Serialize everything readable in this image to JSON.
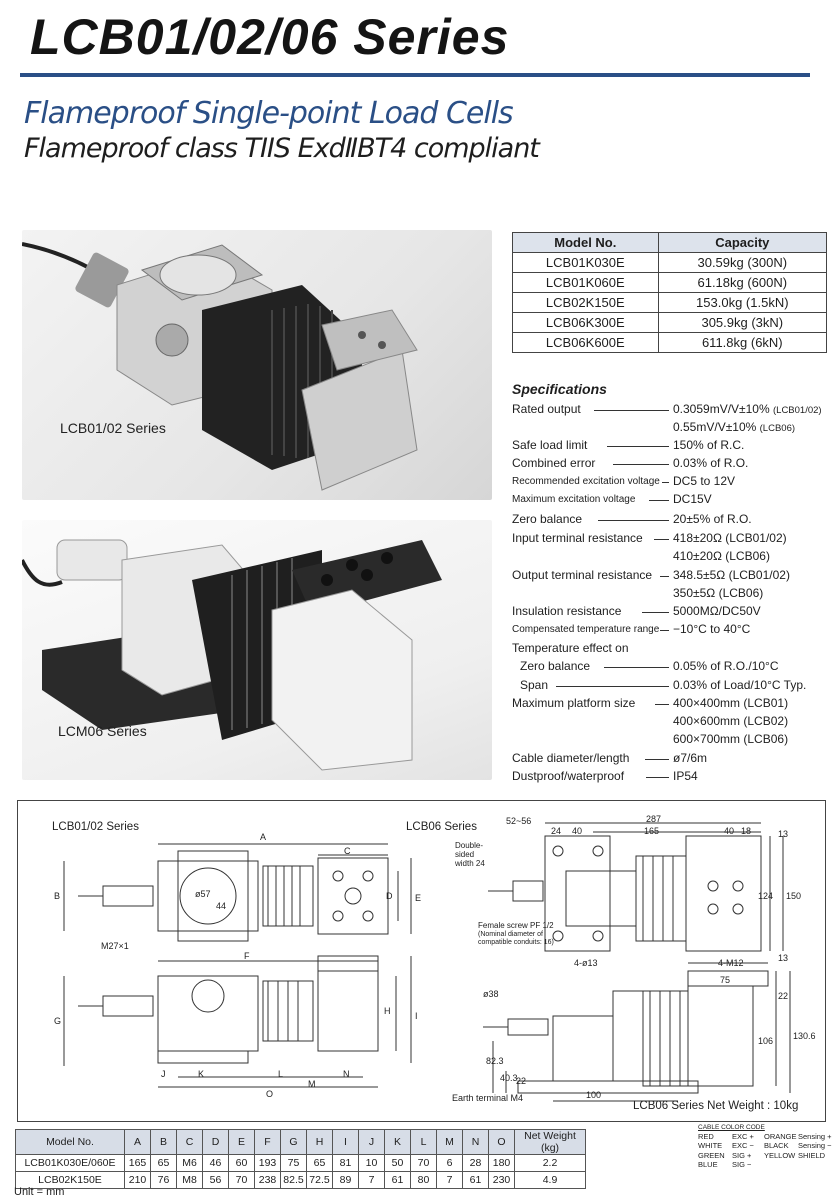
{
  "header": {
    "title": "LCB01/02/06 Series",
    "subtitle": "Flameproof Single-point Load Cells",
    "compliance": "Flameproof class TIIS ExdⅡBT4 compliant"
  },
  "photos": {
    "top_caption": "LCB01/02 Series",
    "bottom_caption": "LCM06 Series"
  },
  "capacity_table": {
    "headers": [
      "Model No.",
      "Capacity"
    ],
    "rows": [
      [
        "LCB01K030E",
        "30.59kg (300N)"
      ],
      [
        "LCB01K060E",
        "61.18kg (600N)"
      ],
      [
        "LCB02K150E",
        "153.0kg (1.5kN)"
      ],
      [
        "LCB06K300E",
        "305.9kg (3kN)"
      ],
      [
        "LCB06K600E",
        "611.8kg (6kN)"
      ]
    ]
  },
  "specs": {
    "title": "Specifications",
    "items": [
      {
        "label": "Rated output",
        "value": "0.3059mV/V±10%",
        "note": "(LCB01/02)"
      },
      {
        "label": "",
        "value": "0.55mV/V±10%",
        "note": "(LCB06)"
      },
      {
        "label": "Safe load limit",
        "value": "150% of R.C."
      },
      {
        "label": "Combined error",
        "value": "0.03% of R.O."
      },
      {
        "label": "Recommended excitation voltage",
        "value": "DC5 to 12V"
      },
      {
        "label": "Maximum excitation voltage",
        "value": "DC15V"
      },
      {
        "label": "Zero balance",
        "value": "20±5% of R.O."
      },
      {
        "label": "Input terminal resistance",
        "value": "418±20Ω (LCB01/02)"
      },
      {
        "label": "",
        "value": "410±20Ω (LCB06)"
      },
      {
        "label": "Output terminal resistance",
        "value": "348.5±5Ω (LCB01/02)"
      },
      {
        "label": "",
        "value": "350±5Ω (LCB06)"
      },
      {
        "label": "Insulation resistance",
        "value": "5000MΩ/DC50V"
      },
      {
        "label": "Compensated temperature range",
        "value": "−10°C to 40°C"
      },
      {
        "label": "Temperature effect on",
        "value": ""
      },
      {
        "label": "Zero balance",
        "value": "0.05% of R.O./10°C"
      },
      {
        "label": "Span",
        "value": "0.03% of Load/10°C Typ."
      },
      {
        "label": "Maximum platform size",
        "value": "400×400mm (LCB01)"
      },
      {
        "label": "",
        "value": "400×600mm (LCB02)"
      },
      {
        "label": "",
        "value": "600×700mm (LCB06)"
      },
      {
        "label": "Cable diameter/length",
        "value": "ø7/6m"
      },
      {
        "label": "Dustproof/waterproof",
        "value": "IP54"
      }
    ]
  },
  "drawings": {
    "lcb_title": "LCB01/02 Series",
    "lcb06_title": "LCB06 Series",
    "lcb_labels": {
      "A": "A",
      "B": "B",
      "C": "C",
      "D": "D",
      "E": "E",
      "F": "F",
      "G": "G",
      "H": "H",
      "I": "I",
      "J": "J",
      "K": "K",
      "L": "L",
      "M": "M",
      "N": "N",
      "O": "O",
      "d57": "ø57",
      "d44": "44",
      "m27": "M27×1"
    },
    "lcb06_labels": {
      "d5256": "52~56",
      "d287": "287",
      "d24": "24",
      "d40a": "40",
      "d165": "165",
      "d40b": "40",
      "d18": "18",
      "d13a": "13",
      "d124": "124",
      "d150": "150",
      "d13b": "13",
      "double_sided": "Double-sided width 24",
      "female_screw": "Female screw PF 1/2",
      "nominal_note": "(Nominal diameter of compatible conduits: 16)",
      "holes": "4-ø13",
      "m12": "4-M12",
      "d38": "ø38",
      "d75": "75",
      "d22a": "22",
      "d106": "106",
      "d1306": "130.6",
      "d22b": "22",
      "d823": "82.3",
      "d403": "40.3",
      "d100": "100",
      "earth": "Earth terminal M4",
      "net_weight": "LCB06 Series Net Weight : 10kg"
    }
  },
  "dimension_table": {
    "headers": [
      "Model No.",
      "A",
      "B",
      "C",
      "D",
      "E",
      "F",
      "G",
      "H",
      "I",
      "J",
      "K",
      "L",
      "M",
      "N",
      "O",
      "Net Weight (kg)"
    ],
    "rows": [
      [
        "LCB01K030E/060E",
        "165",
        "65",
        "M6",
        "46",
        "60",
        "193",
        "75",
        "65",
        "81",
        "10",
        "50",
        "70",
        "6",
        "28",
        "180",
        "2.2"
      ],
      [
        "LCB02K150E",
        "210",
        "76",
        "M8",
        "56",
        "70",
        "238",
        "82.5",
        "72.5",
        "89",
        "7",
        "61",
        "80",
        "7",
        "61",
        "230",
        "4.9"
      ]
    ],
    "unit": "Unit = mm"
  },
  "cable_color_code": {
    "title": "CABLE COLOR CODE",
    "rows": [
      [
        "RED",
        "EXC +",
        "ORANGE",
        "Sensing +"
      ],
      [
        "WHITE",
        "EXC −",
        "BLACK",
        "Sensing −"
      ],
      [
        "GREEN",
        "SIG +",
        "YELLOW",
        "SHIELD"
      ],
      [
        "BLUE",
        "SIG −",
        "",
        ""
      ]
    ]
  },
  "colors": {
    "accent": "#2a4f86",
    "table_header": "#d7dde7"
  }
}
